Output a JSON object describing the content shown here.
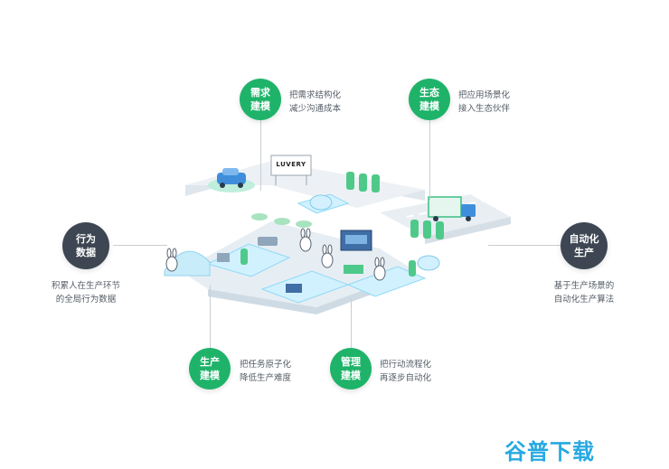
{
  "nodes": {
    "demand": {
      "line1": "需求",
      "line2": "建模",
      "desc1": "把需求结构化",
      "desc2": "减少沟通成本"
    },
    "ecology": {
      "line1": "生态",
      "line2": "建模",
      "desc1": "把应用场景化",
      "desc2": "接入生态伙伴"
    },
    "behavior": {
      "line1": "行为",
      "line2": "数据",
      "desc1": "积累人在生产环节",
      "desc2": "的全局行为数据"
    },
    "auto": {
      "line1": "自动化",
      "line2": "生产",
      "desc1": "基于生产场景的",
      "desc2": "自动化生产算法"
    },
    "production": {
      "line1": "生产",
      "line2": "建模",
      "desc1": "把任务原子化",
      "desc2": "降低生产难度"
    },
    "management": {
      "line1": "管理",
      "line2": "建模",
      "desc1": "把行动流程化",
      "desc2": "再逐步自动化"
    }
  },
  "signboard": "LUVERY",
  "watermark": "谷普下载",
  "colors": {
    "green": "#1fb36a",
    "dark": "#3d4652",
    "platform": "#e3ecf2",
    "watermark": "#27a9e1"
  }
}
